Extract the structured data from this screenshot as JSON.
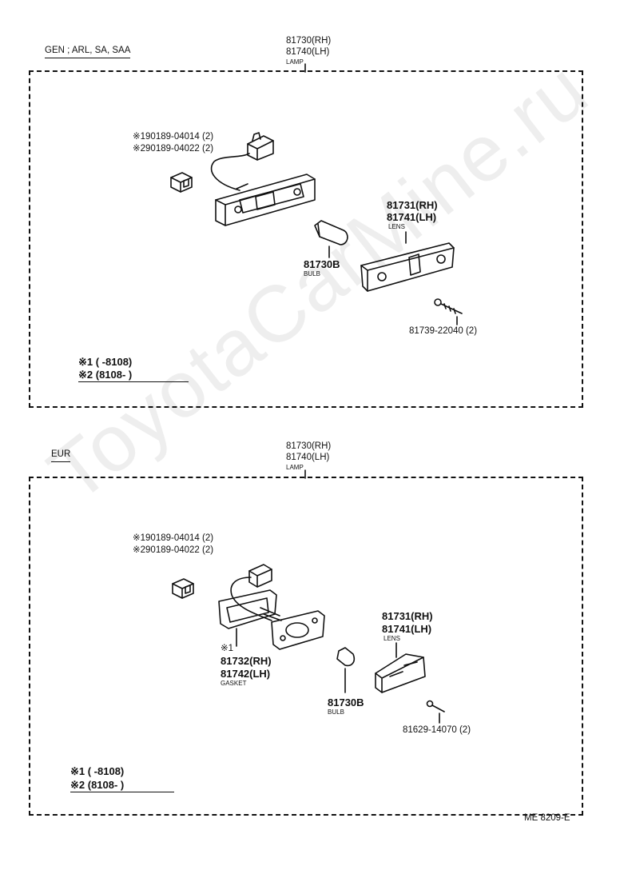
{
  "watermark": "ToyotaCarMine.ru",
  "sections": [
    {
      "variant": "GEN ; ARL, SA, SAA",
      "lamp": {
        "rh": "81730(RH)",
        "lh": "81740(LH)",
        "name": "LAMP"
      },
      "connector_1": "※190189-04014 (2)",
      "connector_2": "※290189-04022 (2)",
      "lens": {
        "rh": "81731(RH)",
        "lh": "81741(LH)",
        "name": "LENS"
      },
      "bulb": {
        "part": "81730B",
        "name": "BULB"
      },
      "screw": "81739-22040 (2)",
      "note_1": "※1 (       -8108)",
      "note_2": "※2 (8108-       )"
    },
    {
      "variant": "EUR",
      "lamp": {
        "rh": "81730(RH)",
        "lh": "81740(LH)",
        "name": "LAMP"
      },
      "connector_1": "※190189-04014 (2)",
      "connector_2": "※290189-04022 (2)",
      "gasket": {
        "mark": "※1",
        "rh": "81732(RH)",
        "lh": "81742(LH)",
        "name": "GASKET"
      },
      "lens": {
        "rh": "81731(RH)",
        "lh": "81741(LH)",
        "name": "LENS"
      },
      "bulb": {
        "part": "81730B",
        "name": "BULB"
      },
      "screw": "81629-14070 (2)",
      "note_1": "※1 (       -8108)",
      "note_2": "※2 (8108-       )"
    }
  ],
  "footer_code": "ME 8209-E"
}
